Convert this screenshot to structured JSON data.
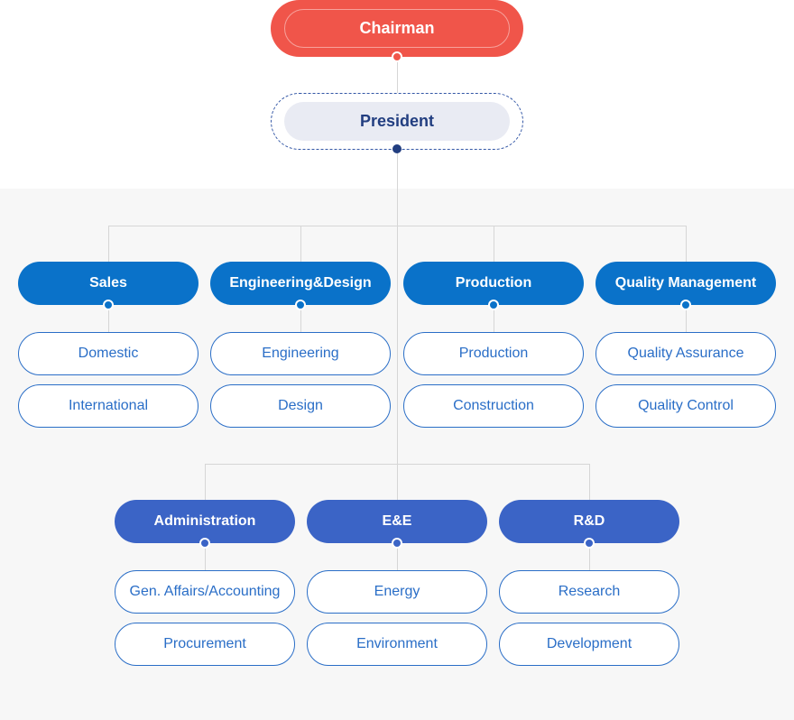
{
  "chairman": {
    "label": "Chairman"
  },
  "president": {
    "label": "President"
  },
  "row1": [
    {
      "label": "Sales",
      "subs": [
        "Domestic",
        "International"
      ]
    },
    {
      "label": "Engineering&Design",
      "subs": [
        "Engineering",
        "Design"
      ]
    },
    {
      "label": "Production",
      "subs": [
        "Production",
        "Construction"
      ]
    },
    {
      "label": "Quality Management",
      "subs": [
        "Quality Assurance",
        "Quality Control"
      ]
    }
  ],
  "row2": [
    {
      "label": "Administration",
      "subs": [
        "Gen. Affairs/Accounting",
        "Procurement"
      ]
    },
    {
      "label": "E&E",
      "subs": [
        "Energy",
        "Environment"
      ]
    },
    {
      "label": "R&D",
      "subs": [
        "Research",
        "Development"
      ]
    }
  ],
  "colors": {
    "chairman": "#f0554a",
    "president_text": "#223e80",
    "dept_primary": "#0a72c9",
    "dept_secondary": "#3b64c6",
    "sub_border": "#2a6ec7"
  }
}
